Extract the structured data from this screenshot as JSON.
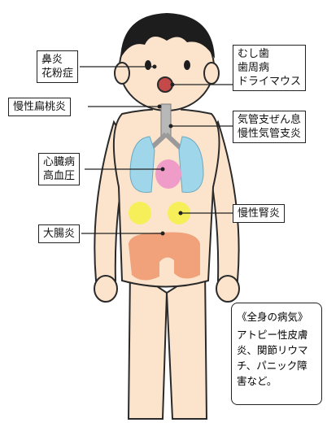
{
  "labels": {
    "nose": [
      "鼻炎",
      "花粉症"
    ],
    "mouth": [
      "むし歯",
      "歯周病",
      "ドライマウス"
    ],
    "tonsil": [
      "慢性扁桃炎"
    ],
    "bronchi": [
      "気管支ぜん息",
      "慢性気管支炎"
    ],
    "heart": [
      "心臓病",
      "高血圧"
    ],
    "kidney": [
      "慢性腎炎"
    ],
    "intestine": [
      "大腸炎"
    ]
  },
  "note": {
    "title": "《全身の病気》",
    "body": "アトピー性皮膚炎、関節リウマチ、パニック障害など。"
  },
  "colors": {
    "skin": "#fbe3cc",
    "outline": "#2a2a2a",
    "hair": "#1d1d1d",
    "lung": "#9fd6ea",
    "heart": "#ef9cc8",
    "kidney": "#f6ef5a",
    "intestine": "#f2a27a",
    "trachea": "#b8b8b8",
    "leader": "#222222"
  }
}
